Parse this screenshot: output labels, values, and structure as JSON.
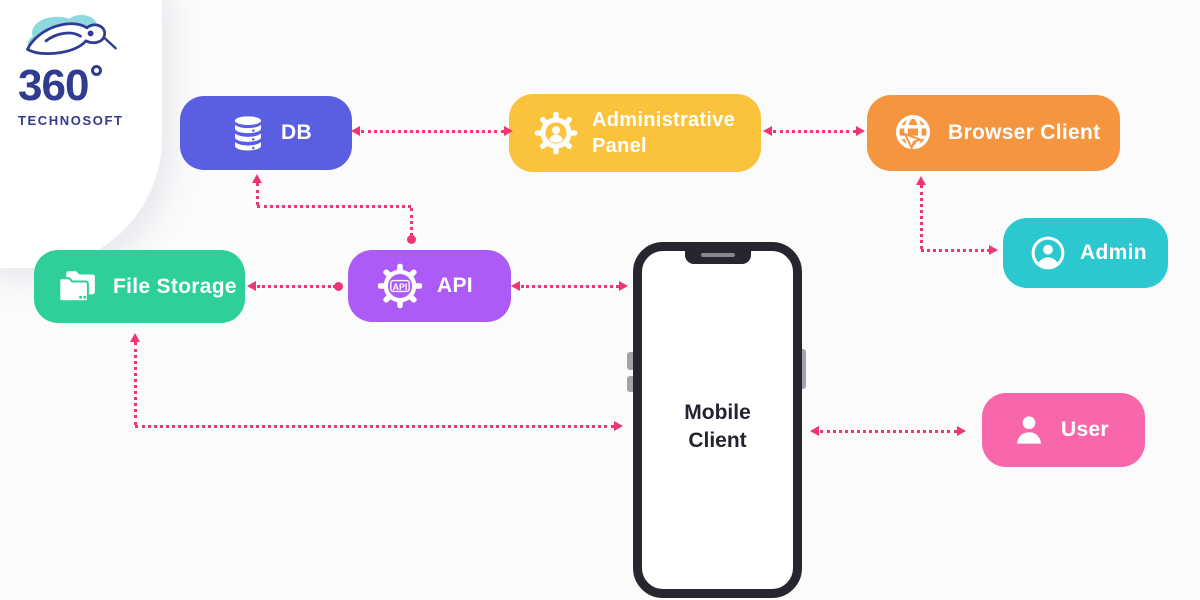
{
  "logo": {
    "brand_number": "360",
    "degree_symbol": "°",
    "brand_name": "TECHNOSOFT",
    "navy": "#2F3C8F",
    "teal": "#8ED9DF"
  },
  "nodes": {
    "db": {
      "label": "DB",
      "color": "#5A5FE2",
      "icon": "database-icon"
    },
    "administrative_panel": {
      "label": "Administrative Panel",
      "color": "#FBC33C",
      "icon": "gear-person-icon"
    },
    "browser_client": {
      "label": "Browser Client",
      "color": "#F6953F",
      "icon": "globe-cursor-icon"
    },
    "file_storage": {
      "label": "File Storage",
      "color": "#2FCF9C",
      "icon": "stacked-folders-icon"
    },
    "api": {
      "label": "API",
      "color": "#AC5BF6",
      "icon": "api-gear-icon",
      "icon_text": "API"
    },
    "admin": {
      "label": "Admin",
      "color": "#2BC9CF",
      "icon": "person-circle-icon"
    },
    "user": {
      "label": "User",
      "color": "#F767A9",
      "icon": "person-icon"
    },
    "mobile_client": {
      "label": "Mobile Client"
    }
  },
  "connections": [
    {
      "from": "db",
      "to": "administrative_panel",
      "style": "dotted",
      "bidirectional": true
    },
    {
      "from": "administrative_panel",
      "to": "browser_client",
      "style": "dotted",
      "bidirectional": true
    },
    {
      "from": "browser_client",
      "to": "admin",
      "style": "dotted",
      "bidirectional": true
    },
    {
      "from": "api",
      "to": "db",
      "style": "dotted",
      "bidirectional": false
    },
    {
      "from": "api",
      "to": "file_storage",
      "style": "dotted",
      "bidirectional": false
    },
    {
      "from": "api",
      "to": "mobile_client",
      "style": "dotted",
      "bidirectional": true
    },
    {
      "from": "mobile_client",
      "to": "user",
      "style": "dotted",
      "bidirectional": true
    },
    {
      "from": "mobile_client",
      "to": "file_storage",
      "style": "dotted",
      "bidirectional": true
    }
  ],
  "arrow_color": "#EF3576",
  "phone_frame_color": "#26262F"
}
